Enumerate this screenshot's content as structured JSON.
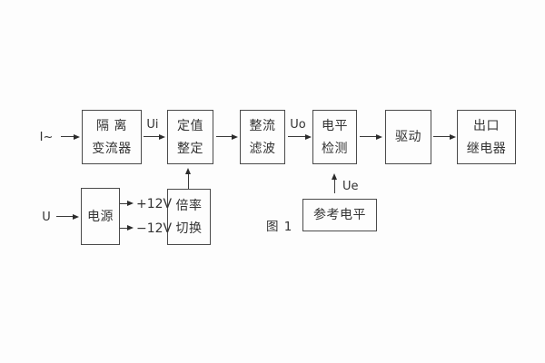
{
  "figure": {
    "caption": "图 1",
    "colors": {
      "line": "#4a4a4a",
      "text": "#333333",
      "background": "#fdfdfd"
    }
  },
  "nodes": {
    "isolation_transformer": {
      "line1": "隔 离",
      "line2": "变流器"
    },
    "setting_adjust": {
      "line1": "定值",
      "line2": "整定"
    },
    "rectifier_filter": {
      "line1": "整流",
      "line2": "滤波"
    },
    "level_detect": {
      "line1": "电平",
      "line2": "检测"
    },
    "driver": {
      "line1": "驱动"
    },
    "output_relay": {
      "line1": "出口",
      "line2": "继电器"
    },
    "power_supply": {
      "line1": "电源"
    },
    "ratio_switch": {
      "line1": "倍率",
      "line2": "切换"
    },
    "reference_level": {
      "line1": "参考电平"
    }
  },
  "labels": {
    "input_current": "I~",
    "input_voltage": "U",
    "ui": "Ui",
    "uo": "Uo",
    "ue": "Ue",
    "plus_12v": "+12V",
    "minus_12v": "−12V"
  }
}
